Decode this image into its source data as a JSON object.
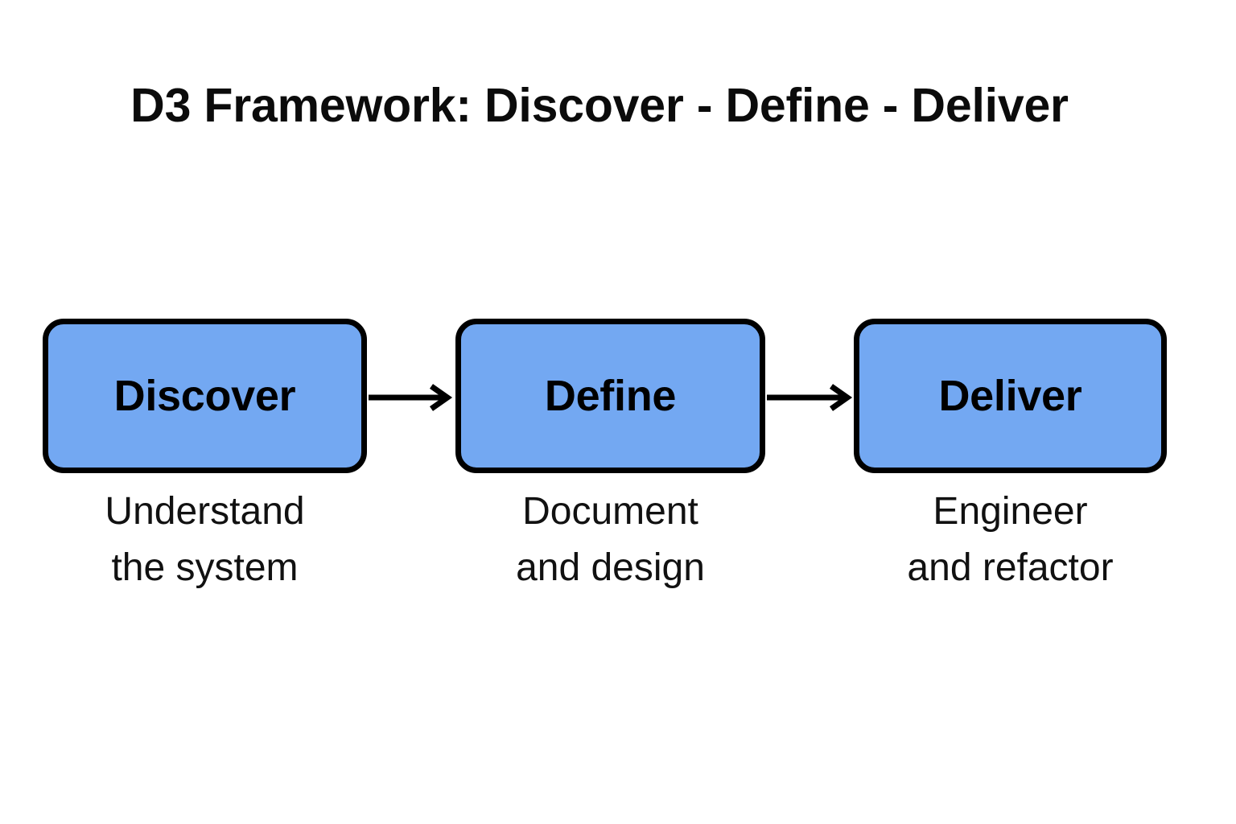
{
  "page": {
    "title": "D3 Framework: Discover - Define - Deliver",
    "background_color": "#ffffff",
    "box_fill_color": "#73a8f2",
    "box_border_color": "#000000",
    "text_color": "#000000"
  },
  "diagram": {
    "type": "linear-process-flow",
    "stage_count": 3,
    "stages": [
      {
        "label": "Discover",
        "caption_line1": "Understand",
        "caption_line2": "the system"
      },
      {
        "label": "Define",
        "caption_line1": "Document",
        "caption_line2": "and design"
      },
      {
        "label": "Deliver",
        "caption_line1": "Engineer",
        "caption_line2": "and refactor"
      }
    ],
    "connectors": [
      {
        "from": "Discover",
        "to": "Define",
        "style": "arrow-right"
      },
      {
        "from": "Define",
        "to": "Deliver",
        "style": "arrow-right"
      }
    ]
  }
}
